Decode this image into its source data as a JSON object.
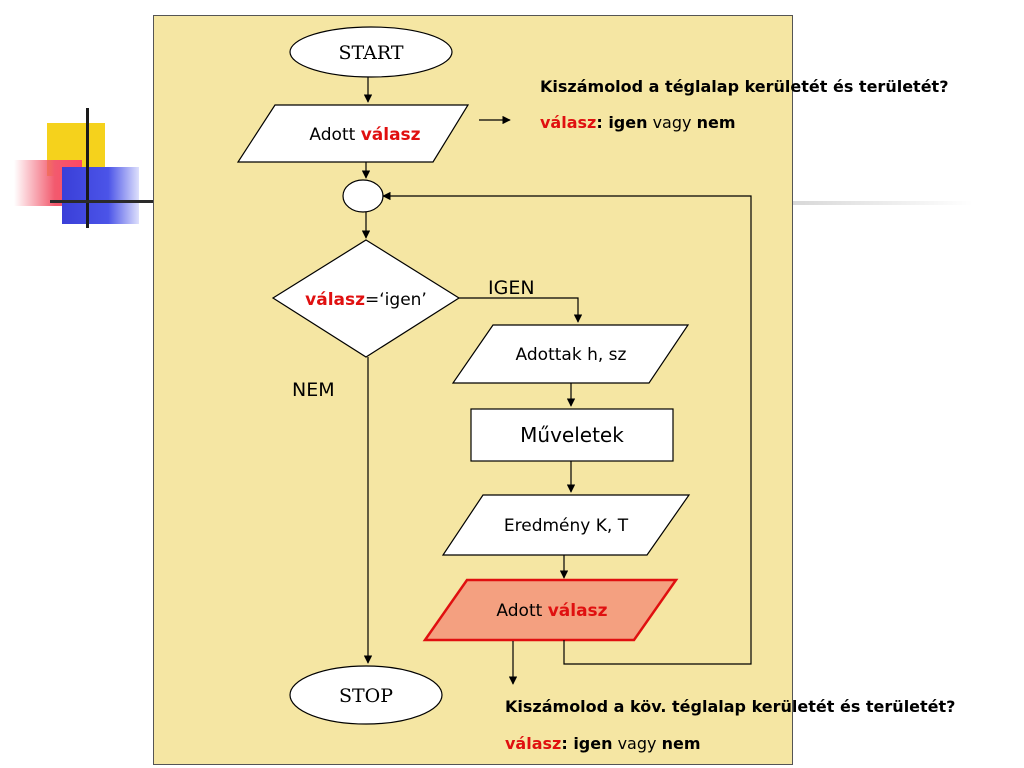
{
  "flowchart": {
    "start": "START",
    "input1": {
      "prefix": "Adott ",
      "var": "válasz"
    },
    "condition": {
      "var": "válasz",
      "rest": "=‘igen’"
    },
    "yes_label": "IGEN",
    "no_label": "NEM",
    "input2": "Adottak h, sz",
    "process": "Műveletek",
    "output": "Eredmény K, T",
    "input3": {
      "prefix": "Adott ",
      "var": "válasz"
    },
    "stop": "STOP"
  },
  "notes": {
    "top": {
      "question": "Kiszámolod a téglalap kerületét és területét?",
      "answer_var": "válasz",
      "answer_colon": ": ",
      "yes": "igen",
      "or": " vagy ",
      "no": "nem"
    },
    "bottom": {
      "question": "Kiszámolod a köv. téglalap kerületét és területét?",
      "answer_var": "válasz",
      "answer_colon": ": ",
      "yes": "igen",
      "or": " vagy ",
      "no": "nem"
    }
  },
  "colors": {
    "panel": "#f5e6a3",
    "highlight_fill": "#f4a080",
    "highlight_border": "#e01010",
    "accent_text": "#e01010"
  }
}
